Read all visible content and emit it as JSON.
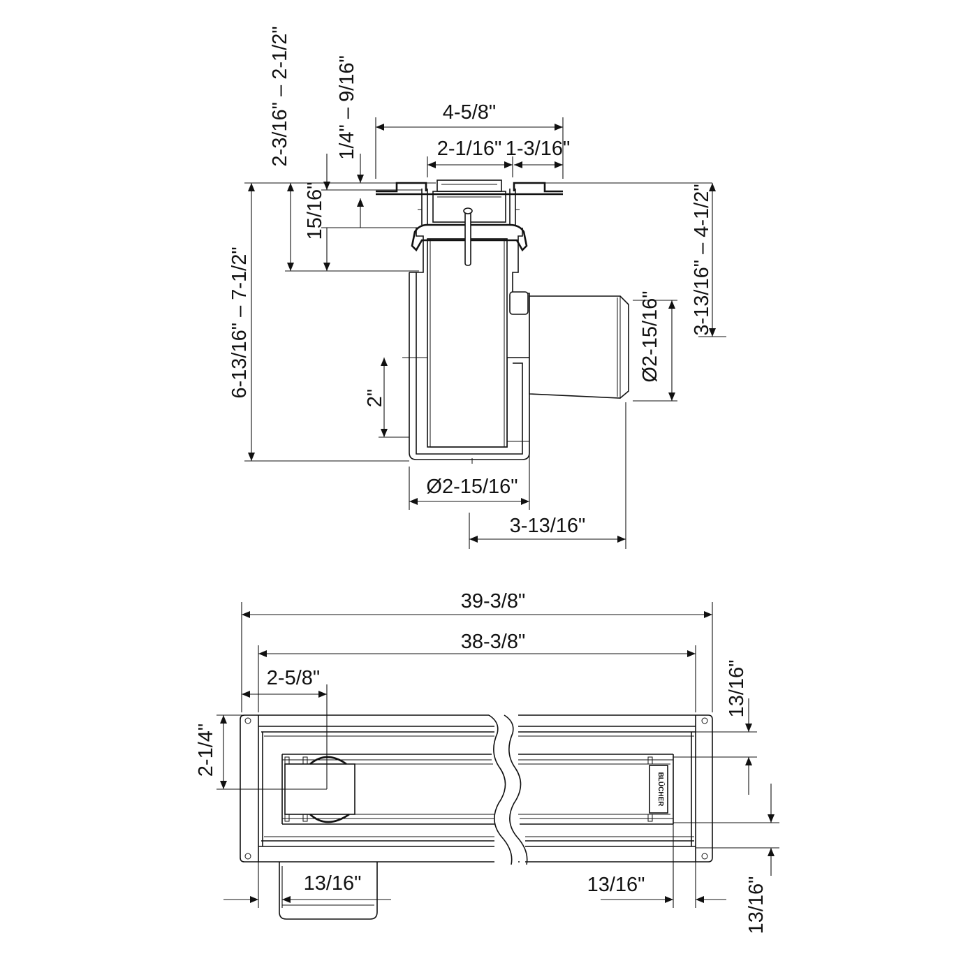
{
  "section_view": {
    "dims": {
      "flange_width": "4-5/8\"",
      "grate_opening": "2-1/16\"",
      "flange_lip": "1-3/16\"",
      "total_height": "6-13/16\" – 7-1/2\"",
      "adjust_height": "2-3/16\" – 2-1/2\"",
      "collar_height": "1/4\" – 9/16\"",
      "neck_height": "15/16\"",
      "water_seal": "2\"",
      "outlet_height": "3-13/16\" – 4-1/2\"",
      "outlet_diameter": "Ø2-15/16\"",
      "body_diameter": "Ø2-15/16\"",
      "outlet_offset": "3-13/16\""
    }
  },
  "plan_view": {
    "dims": {
      "overall_length": "39-3/8\"",
      "channel_length": "38-3/8\"",
      "outlet_position": "2-5/8\"",
      "outlet_offset_y": "2-1/4\"",
      "flange_top": "13/16\"",
      "flange_bottom": "13/16\"",
      "end_left": "13/16\"",
      "end_right": "13/16\""
    },
    "brand": "BLÜCHER"
  }
}
